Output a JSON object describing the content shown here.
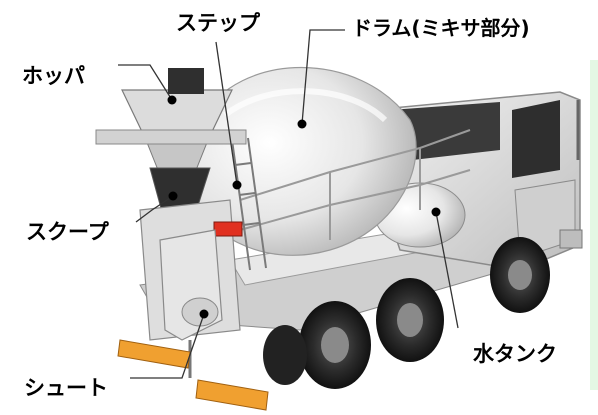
{
  "labels": {
    "hopper": "ホッパ",
    "step": "ステップ",
    "drum": "ドラム(ミキサ部分)",
    "scoop": "スクープ",
    "water_tank": "水タンク",
    "chute": "シュート"
  },
  "colors": {
    "label_text": "#000000",
    "leader_line": "#333333",
    "marker_fill": "#000000",
    "truck_body": "#d9d9d9",
    "truck_shadow": "#9a9a9a",
    "tire": "#2b2b2b",
    "reflector": "#f0a030",
    "tail_light": "#e03020",
    "border_accent": "#c8f0c8"
  }
}
